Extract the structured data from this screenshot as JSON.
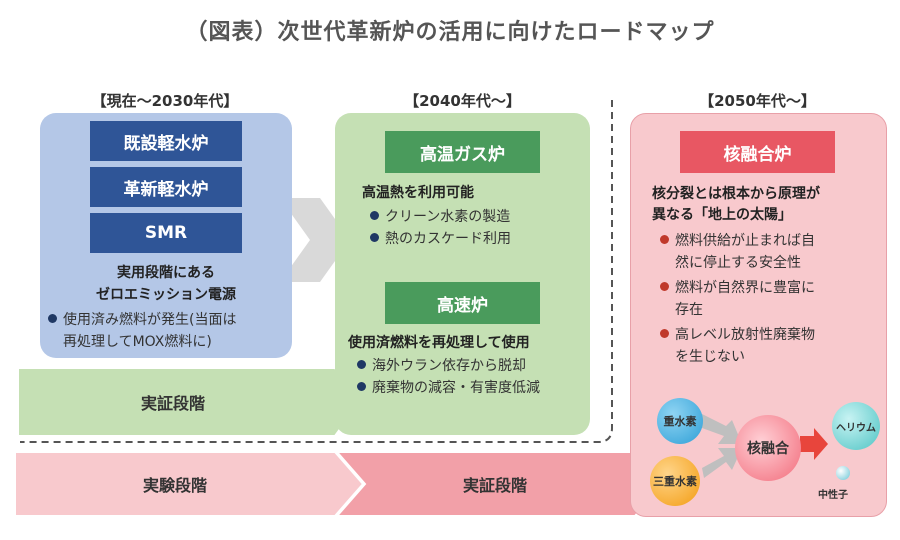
{
  "title": "（図表）次世代革新炉の活用に向けたロードマップ",
  "columns": {
    "col1": "【現在～2030年代】",
    "col2": "【2040年代～】",
    "col3": "【2050年代～】"
  },
  "panel1": {
    "boxes": [
      "既設軽水炉",
      "革新軽水炉",
      "SMR"
    ],
    "desc_line1": "実用段階にある",
    "desc_line2": "ゼロエミッション電源",
    "bullet_line1": "使用済み燃料が発生(当面は",
    "bullet_line2": "再処理してMOX燃料に)"
  },
  "panel2": {
    "box1": "高温ガス炉",
    "box1_desc": "高温熱を利用可能",
    "box1_bullets": [
      "クリーン水素の製造",
      "熱のカスケード利用"
    ],
    "box2": "高速炉",
    "box2_desc": "使用済燃料を再処理して使用",
    "box2_bullets": [
      "海外ウラン依存から脱却",
      "廃棄物の減容・有害度低減"
    ]
  },
  "panel3": {
    "box": "核融合炉",
    "desc_line1": "核分裂とは根本から原理が",
    "desc_line2": "異なる「地上の太陽」",
    "bullets": [
      [
        "燃料供給が止まれば自",
        "然に停止する安全性"
      ],
      [
        "燃料が自然界に豊富に",
        "存在"
      ],
      [
        "高レベル放射性廃棄物",
        "を生じない"
      ]
    ],
    "diagram": {
      "deuterium": "重水素",
      "tritium": "三重水素",
      "fusion": "核融合",
      "helium": "ヘリウム",
      "neutron": "中性子"
    }
  },
  "stages": {
    "demo_top": "実証段階",
    "experiment": "実験段階",
    "demo_bottom": "実証段階"
  },
  "colors": {
    "blue_panel": "#b4c7e7",
    "blue_box": "#2f5597",
    "green_panel": "#c5e0b4",
    "green_box": "#4a9b5c",
    "red_panel": "#f8c9cd",
    "red_box": "#e85763",
    "bullet_dark": "#1f3864",
    "bullet_red": "#c0392b"
  }
}
